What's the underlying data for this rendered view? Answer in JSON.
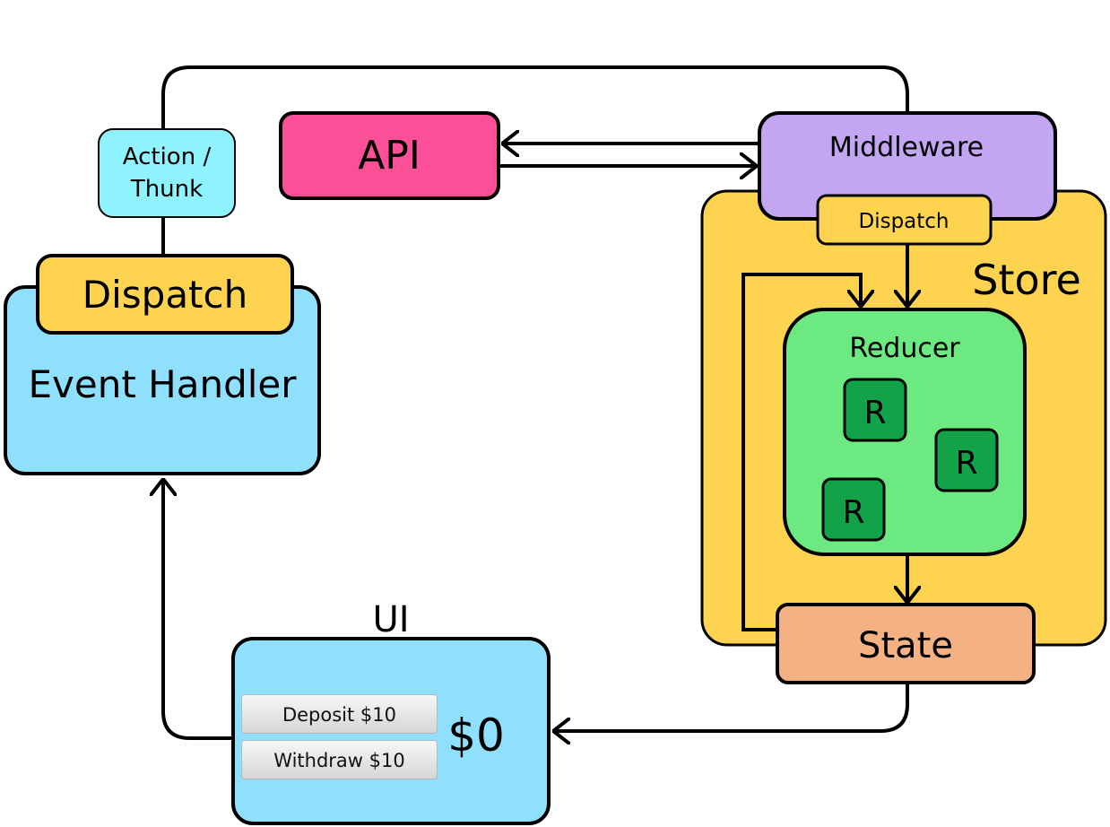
{
  "ui": {
    "label": "UI",
    "balance": "$0",
    "deposit_button": "Deposit $10",
    "withdraw_button": "Withdraw $10"
  },
  "event_handler": {
    "title": "Event Handler",
    "dispatch_label": "Dispatch"
  },
  "action": {
    "line1": "Action /",
    "line2": "Thunk"
  },
  "api": {
    "label": "API"
  },
  "store": {
    "label": "Store",
    "middleware_label": "Middleware",
    "dispatch_label": "Dispatch",
    "reducer_label": "Reducer",
    "reducer_items": [
      "R",
      "R",
      "R"
    ],
    "state_label": "State"
  },
  "colors": {
    "ui_blue": "#8fe0fc",
    "action_cyan": "#8ff3fd",
    "dispatch_yellow": "#fdd34f",
    "store_yellow": "#fdd34f",
    "api_pink": "#fb4f98",
    "middleware_purple": "#c3a6f2",
    "reducer_green": "#6ce980",
    "r_green": "#11a24a",
    "state_orange": "#f4b183"
  }
}
